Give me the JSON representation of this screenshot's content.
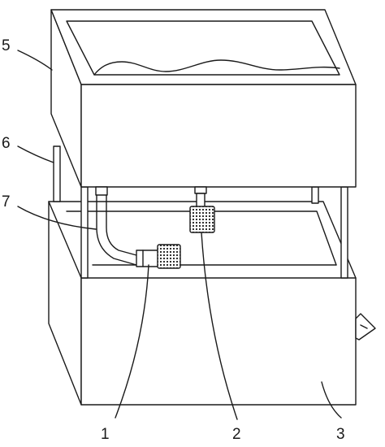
{
  "labels": {
    "l1": "1",
    "l2": "2",
    "l3": "3",
    "l5": "5",
    "l6": "6",
    "l7": "7"
  },
  "colors": {
    "line": "#1a1a1a",
    "fill": "#ffffff"
  }
}
